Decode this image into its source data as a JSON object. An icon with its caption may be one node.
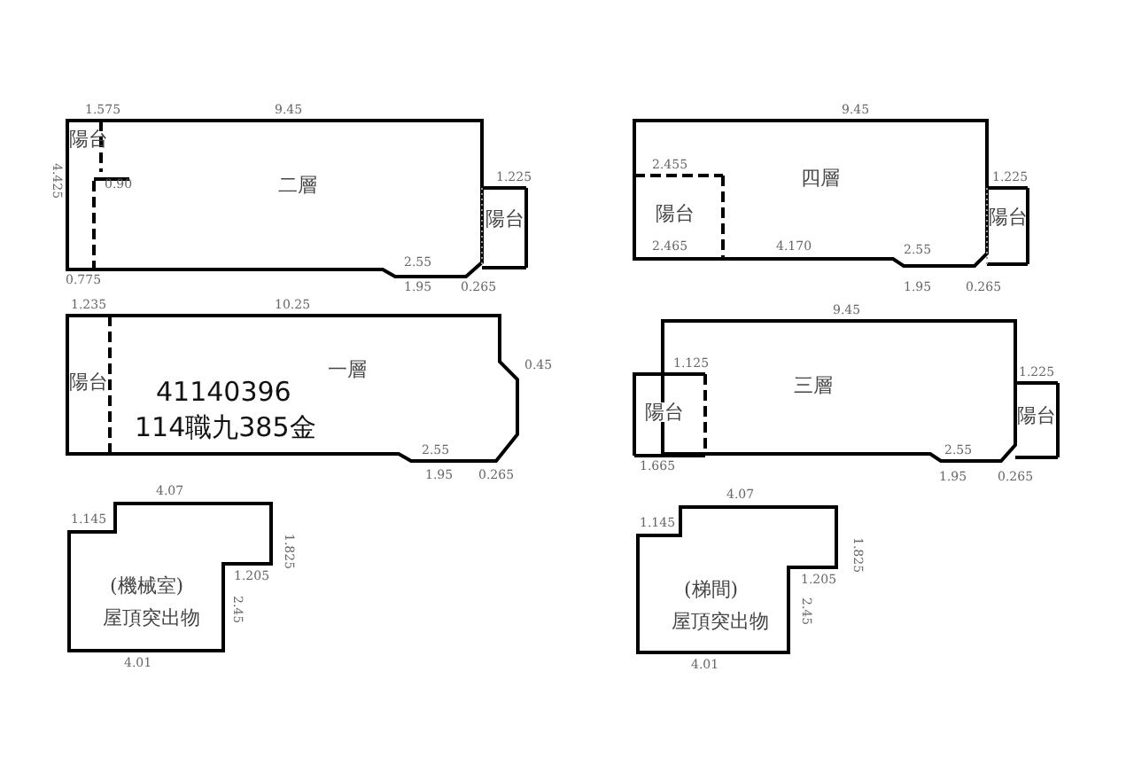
{
  "diagram": {
    "nodes": [
      {
        "text": [
          "二層"
        ]
      },
      {
        "text": [
          "陽台"
        ],
        "in": 0
      },
      {
        "text": [
          "陽台"
        ]
      },
      {
        "text": [
          "四層"
        ]
      },
      {
        "text": [
          "陽台"
        ],
        "in": 3
      },
      {
        "text": [
          "陽台"
        ]
      },
      {
        "text": [
          "一層"
        ]
      },
      {
        "text": [
          "陽台"
        ],
        "in": 6
      },
      {
        "text": [
          "三層"
        ]
      },
      {
        "text": [
          "陽台"
        ]
      },
      {
        "text": [
          "陽台"
        ]
      },
      {
        "text": [
          "(機械室)",
          "屋頂突出物"
        ]
      },
      {
        "text": [
          "(梯間)",
          "屋頂突出物"
        ]
      }
    ],
    "labels": [
      "1.575",
      "9.45",
      "4.425",
      "0.90",
      "1.225",
      "2.55",
      "0.775",
      "1.95",
      "0.265",
      "9.45",
      "2.455",
      "1.225",
      "2.465",
      "4.170",
      "2.55",
      "1.95",
      "0.265",
      "1.235",
      "10.25",
      "0.45",
      "2.55",
      "1.95",
      "0.265",
      "9.45",
      "1.125",
      "1.225",
      "2.55",
      "1.665",
      "1.95",
      "0.265",
      "41140396",
      "114職九385金",
      "4.07",
      "1.145",
      "1.825",
      "1.205",
      "2.45",
      "4.01",
      "4.07",
      "1.145",
      "1.825",
      "1.205",
      "2.45",
      "4.01"
    ]
  }
}
